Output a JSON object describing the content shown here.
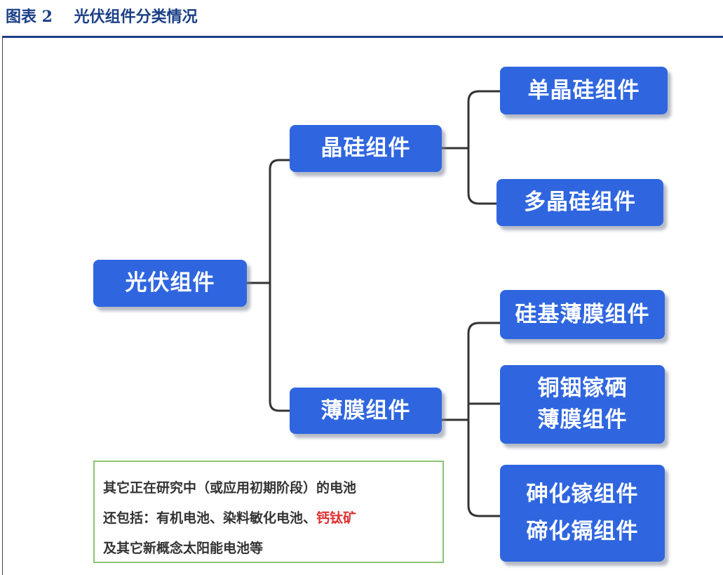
{
  "figure": {
    "title": "图表 2    光伏组件分类情况"
  },
  "nodes": {
    "root": "光伏组件",
    "crystalline": "晶硅组件",
    "thin_film": "薄膜组件",
    "mono": "单晶硅组件",
    "poly": "多晶硅组件",
    "si_thin": "硅基薄膜组件",
    "cigs_line1": "铜铟镓硒",
    "cigs_line2": "薄膜组件",
    "gaas": "砷化镓组件",
    "cdte": "碲化镉组件"
  },
  "note": {
    "line1": "其它正在研究中（或应用初期阶段）的电池",
    "line2": "还包括：有机电池、染料敏化电池、",
    "line2_highlight": "钙钛矿",
    "line3": "及其它新概念太阳能电池等"
  },
  "colors": {
    "box": "#2f66e0",
    "title": "#1b3f86",
    "note_border": "#8cc474",
    "highlight": "#e03030"
  }
}
